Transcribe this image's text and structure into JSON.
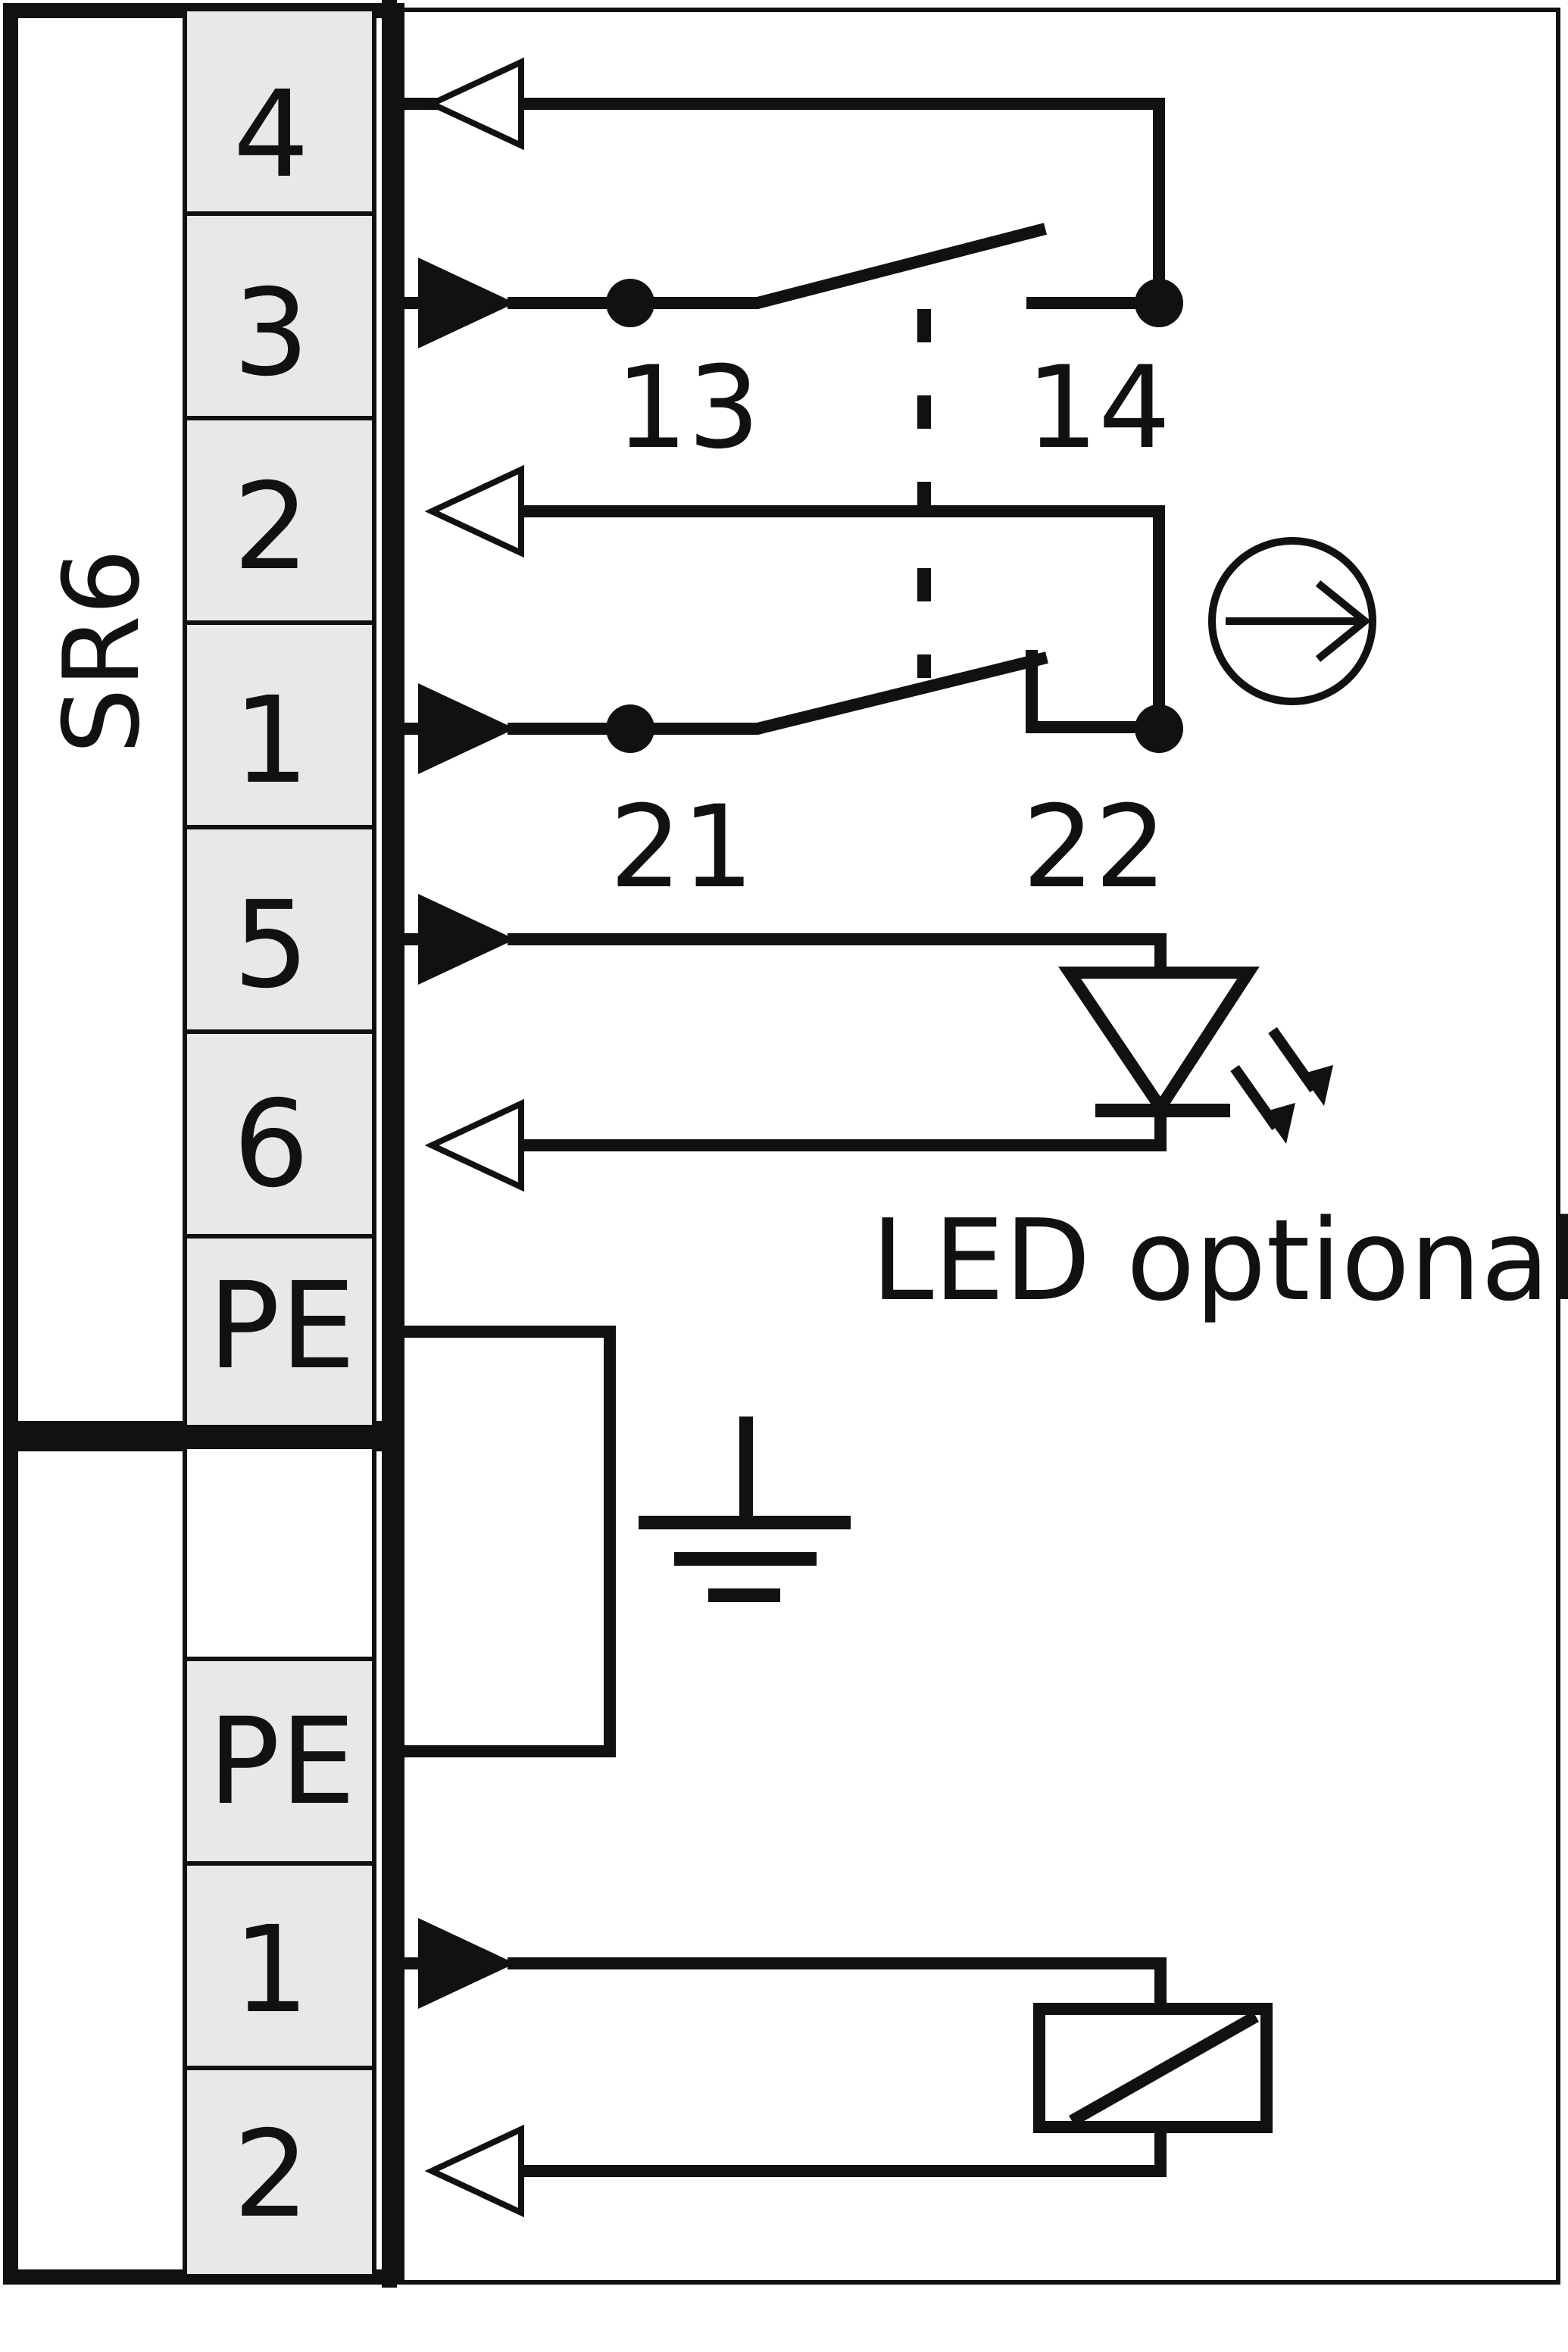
{
  "device": {
    "name": "SR6"
  },
  "terminals": {
    "upper": [
      "4",
      "3",
      "2",
      "1",
      "5",
      "6",
      "PE"
    ],
    "lower": [
      "",
      "PE",
      "1",
      "2"
    ]
  },
  "contacts": {
    "no_left": "13",
    "no_right": "14",
    "nc_left": "21",
    "nc_right": "22"
  },
  "led": {
    "label": "LED optional"
  },
  "icons": {
    "actuator": "positive-opening-arrow-icon",
    "earth": "earth-ground-icon",
    "coil": "solenoid-coil-icon",
    "led": "led-diode-icon"
  }
}
